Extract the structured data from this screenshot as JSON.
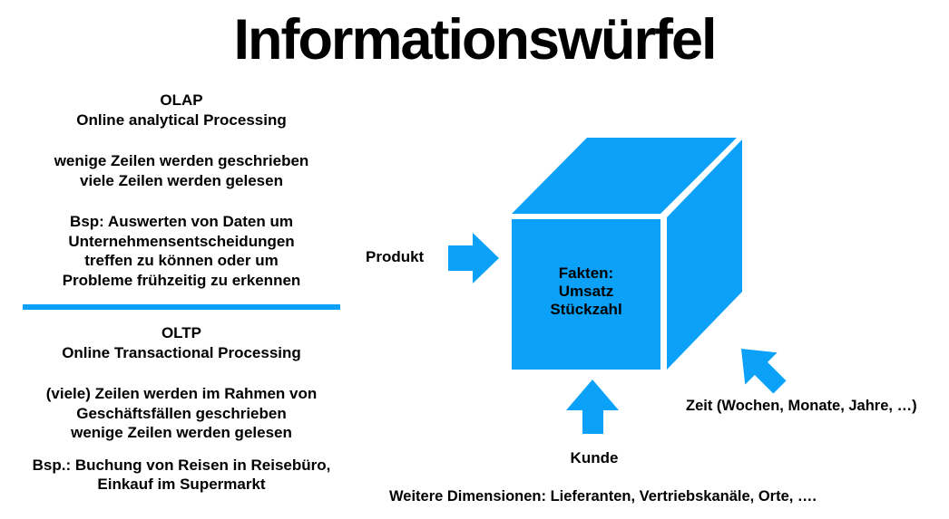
{
  "title": "Informationswürfel",
  "colors": {
    "accent": "#0ba1f8",
    "text": "#000000",
    "background": "#ffffff"
  },
  "left_panel": {
    "olap": {
      "heading": "OLAP",
      "subheading": "Online analytical Processing",
      "usage_lines": [
        "wenige Zeilen werden geschrieben",
        "viele Zeilen werden gelesen"
      ],
      "example_lines": [
        "Bsp: Auswerten von Daten um",
        "Unternehmensentscheidungen",
        "treffen zu können oder um",
        "Probleme frühzeitig zu erkennen"
      ]
    },
    "oltp": {
      "heading": "OLTP",
      "subheading": "Online Transactional Processing",
      "usage_lines": [
        "(viele) Zeilen werden im Rahmen von",
        "Geschäftsfällen geschrieben",
        "wenige Zeilen werden gelesen"
      ],
      "example_lines": [
        "Bsp.: Buchung von Reisen in Reisebüro,",
        "Einkauf im Supermarkt"
      ]
    }
  },
  "diagram": {
    "cube_face_lines": [
      "Fakten:",
      "Umsatz",
      "Stückzahl"
    ],
    "dimension_labels": {
      "produkt": "Produkt",
      "kunde": "Kunde",
      "zeit": "Zeit (Wochen, Monate, Jahre, …)"
    },
    "footer": "Weitere Dimensionen: Lieferanten, Vertriebskanäle, Orte, …."
  }
}
